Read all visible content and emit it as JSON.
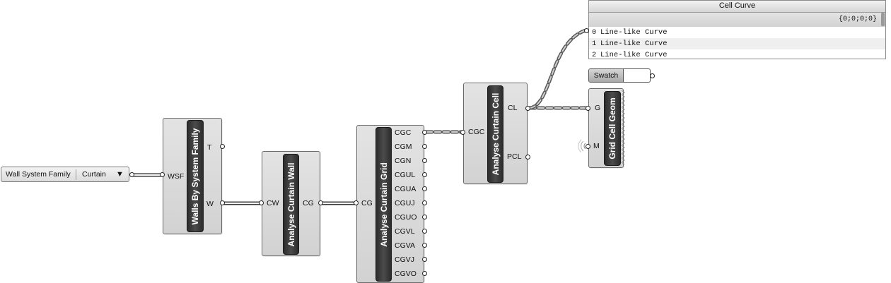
{
  "value_list": {
    "name": "Wall System Family",
    "value": "Curtain",
    "dropdown_icon": "triangle-down-icon"
  },
  "components": {
    "walls_by_system_family": {
      "title": "Walls By System Family",
      "inputs": [
        "WSF"
      ],
      "outputs": [
        "T",
        "W"
      ]
    },
    "analyse_curtain_wall": {
      "title": "Analyse Curtain Wall",
      "inputs": [
        "CW"
      ],
      "outputs": [
        "CG"
      ]
    },
    "analyse_curtain_grid": {
      "title": "Analyse Curtain Grid",
      "inputs": [
        "CG"
      ],
      "outputs": [
        "CGC",
        "CGM",
        "CGN",
        "CGUL",
        "CGUA",
        "CGUJ",
        "CGUO",
        "CGVL",
        "CGVA",
        "CGVJ",
        "CGVO"
      ]
    },
    "analyse_curtain_cell": {
      "title": "Analyse Curtain Cell",
      "inputs": [
        "CGC"
      ],
      "outputs": [
        "CL",
        "PCL"
      ]
    },
    "grid_cell_geom": {
      "title": "Grid Cell Geom",
      "inputs": [
        "G",
        "M"
      ]
    }
  },
  "panel": {
    "title": "Cell Curve",
    "path": "{0;0;0;0}",
    "rows": [
      {
        "index": "0",
        "value": "Line-like Curve"
      },
      {
        "index": "1",
        "value": "Line-like Curve"
      },
      {
        "index": "2",
        "value": "Line-like Curve"
      }
    ]
  },
  "swatch": {
    "label": "Swatch",
    "color": "#ffffff"
  },
  "colors": {
    "canvas": "#ffffff",
    "component": "#d8d8d8",
    "title_bar": "#333333",
    "wire": "#3a3a3a"
  }
}
